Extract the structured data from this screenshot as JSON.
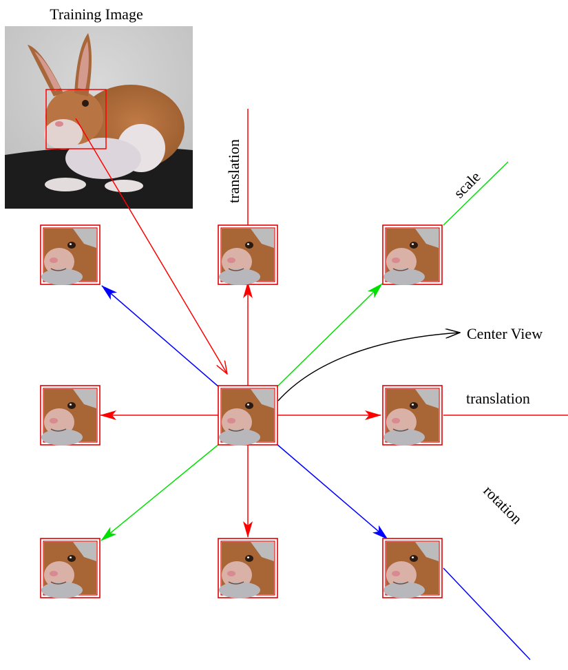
{
  "title": "Training Image",
  "labels": {
    "translation_vertical": "translation",
    "scale": "scale",
    "center_view": "Center View",
    "translation_horizontal": "translation",
    "rotation": "rotation"
  },
  "colors": {
    "translation": "#ff0000",
    "scale": "#00e000",
    "rotation": "#0000ff",
    "center": "#000000",
    "frame": "#e00000"
  },
  "icons": {
    "training_photo": "rabbit-photo",
    "patch": "rabbit-face-patch"
  }
}
